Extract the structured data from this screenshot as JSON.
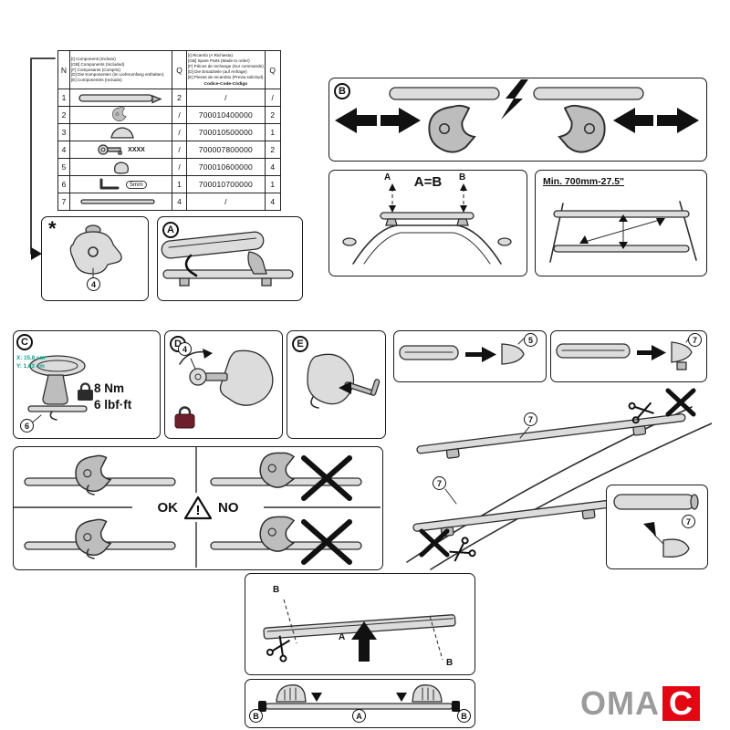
{
  "brand": {
    "name_gray": "OMA",
    "name_red_letter": "C"
  },
  "colors": {
    "red": "#e30613",
    "dim_green": "#0e9e8a",
    "lock_maroon": "#6d1f2c",
    "line": "#2e2e2e"
  },
  "parts_table": {
    "headers": {
      "n": "N",
      "q_included": "Q",
      "q_spare": "Q",
      "included_lines": [
        "[I] Componenti (Incluso)",
        "[GB] Components (Included)",
        "[F] Composants (Compris)",
        "[D] Die Komponenten (im Lieferumfang enthalten)",
        "[E] Componentes (Incluido)"
      ],
      "spare_lines": [
        "[I] Ricambi (A Richiesta)",
        "[GB] Spare Parts (Made to order)",
        "[F] Pièces de rechange (Sur commande)",
        "[D] Die Ersatzteile (auf Anfrage)",
        "[E] Piezas de recambio (Previa solicitud)"
      ],
      "code_caption": "Codice-Code-Código"
    },
    "rows": [
      {
        "n": "1",
        "part": "crossbar",
        "note": "",
        "q_included": "2",
        "code": "/",
        "q_spare": "/"
      },
      {
        "n": "2",
        "part": "clamp-foot",
        "note": "",
        "q_included": "/",
        "code": "700010400000",
        "q_spare": "2"
      },
      {
        "n": "3",
        "part": "foot-cover",
        "note": "",
        "q_included": "/",
        "code": "700010500000",
        "q_spare": "1"
      },
      {
        "n": "4",
        "part": "lock-key",
        "note": "XXXX",
        "q_included": "/",
        "code": "700007800000",
        "q_spare": "2"
      },
      {
        "n": "5",
        "part": "end-cap",
        "note": "",
        "q_included": "/",
        "code": "700010600000",
        "q_spare": "4"
      },
      {
        "n": "6",
        "part": "allen-key",
        "note": "5mm",
        "q_included": "1",
        "code": "700010700000",
        "q_spare": "1"
      },
      {
        "n": "7",
        "part": "profile-strip",
        "note": "",
        "q_included": "4",
        "code": "/",
        "q_spare": "4"
      }
    ]
  },
  "panels": {
    "footnote": {
      "label": "*",
      "callout": "4"
    },
    "bar_assembly": {
      "label": "A"
    },
    "claw_adjust": {
      "label": "B"
    },
    "spacing_front": {
      "equation": "A=B",
      "dim_left": "A",
      "dim_right": "B"
    },
    "spacing_top": {
      "min_text": "Min. 700mm-27.5\""
    },
    "torque": {
      "label": "C",
      "dim_x": "X: 15,8 cm",
      "dim_y": "Y: 1,03 cm",
      "torque_nm": "8 Nm",
      "torque_lbf": "6 lbf·ft",
      "callout": "6"
    },
    "lock_key": {
      "label": "D",
      "callout": "4"
    },
    "tighten": {
      "label": "E"
    },
    "cap_small": {
      "callout": "5"
    },
    "cap_large": {
      "callout": "7"
    },
    "rail_cut": {
      "callout_a": "7",
      "callout_b": "7"
    },
    "grip_check": {
      "ok": "OK",
      "warn": "!",
      "no": "NO"
    },
    "end_plug": {
      "callout": "7"
    },
    "strip_cut": {
      "label_a": "A",
      "label_b_left": "B",
      "label_b_right": "B"
    },
    "strip_press": {
      "label_a": "A",
      "label_b_left": "B",
      "label_b_right": "B"
    }
  }
}
